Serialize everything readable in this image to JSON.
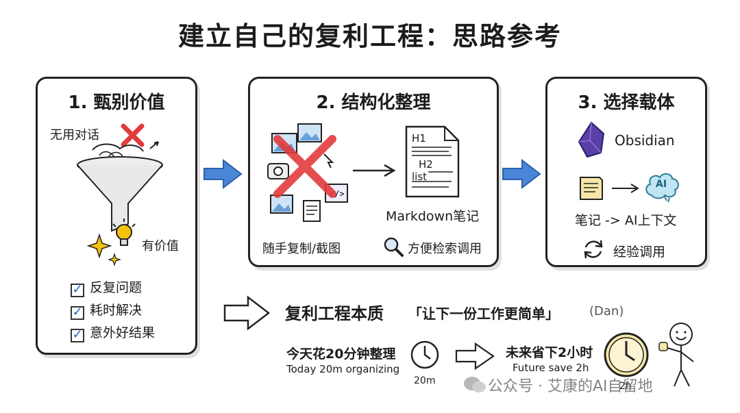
{
  "title": "建立自己的复利工程：思路参考",
  "colors": {
    "arrow_blue": "#4a86d8",
    "cross_red": "#e23b3b",
    "gem_purple": "#5a3fa8",
    "clock_yellow": "#f6e7a8",
    "bulb_yellow": "#f4c20d"
  },
  "step1": {
    "title": "1. 甄别价值",
    "useless_label": "无用对话",
    "valuable_label": "有价值",
    "checks": [
      {
        "label": "反复问题",
        "icon": "checkbox-checked-icon"
      },
      {
        "label": "耗时解决",
        "icon": "checkbox-checked-icon"
      },
      {
        "label": "意外好结果",
        "icon": "checkbox-checked-icon"
      }
    ]
  },
  "step2": {
    "title": "2. 结构化整理",
    "doc": {
      "h1": "H1",
      "h2": "H2",
      "list": "list"
    },
    "markdown_label": "Markdown笔记",
    "scattered_label": "随手复制/截图",
    "search_label": "方便检索调用",
    "code_icon_text": "</>"
  },
  "step3": {
    "title": "3. 选择载体",
    "obsidian_label": "Obsidian",
    "ai_text": "AI",
    "note_ai_label": "笔记 -> AI上下文",
    "reuse_label": "经验调用"
  },
  "essence": {
    "title": "复利工程本质",
    "quote": "「让下一份工作更简单」",
    "author": "(Dan)",
    "today_cn": "今天花20分钟整理",
    "today_en": "Today 20m organizing",
    "clock1_label": "20m",
    "future_cn": "未来省下2小时",
    "future_en": "Future save 2h",
    "clock2_label": "2h"
  },
  "watermark": "公众号 · 艾康的AI自留地"
}
